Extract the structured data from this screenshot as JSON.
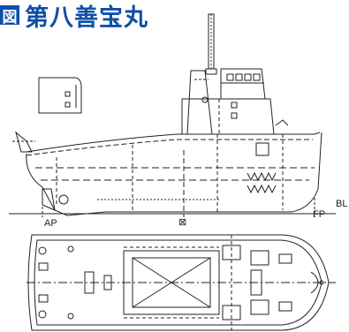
{
  "figure": {
    "number_glyph": "図",
    "title": "第八善宝丸"
  },
  "labels": {
    "aft_perpendicular": "AP",
    "forward_perpendicular": "FP",
    "baseline": "BL",
    "midship_symbol": "⊠"
  }
}
